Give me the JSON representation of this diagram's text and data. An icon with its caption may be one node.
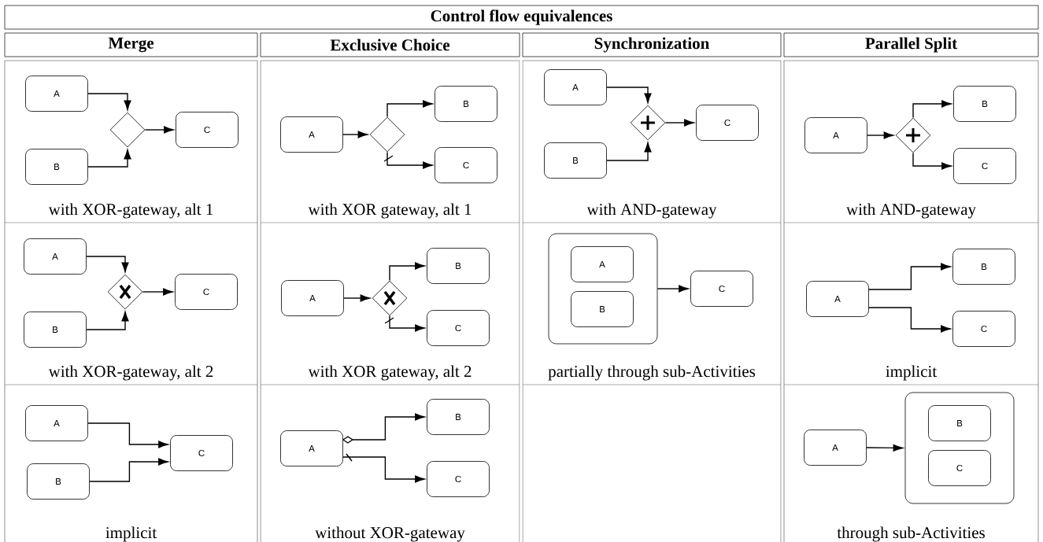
{
  "diagram": {
    "title": "Control flow equivalences",
    "nodes": [
      {
        "text": [
          "A"
        ]
      },
      {
        "text": [
          "B"
        ]
      },
      {
        "text": [],
        "shape": "diamond"
      },
      {
        "text": [
          "C"
        ]
      },
      {
        "text": [
          "A"
        ]
      },
      {
        "text": [],
        "shape": "diamond"
      },
      {
        "text": [
          "B"
        ]
      },
      {
        "text": [
          "C"
        ]
      },
      {
        "text": [
          "A"
        ]
      },
      {
        "text": [
          "B"
        ]
      },
      {
        "text": [],
        "shape": "diamond"
      },
      {
        "text": [
          "C"
        ]
      },
      {
        "text": [
          "A"
        ]
      },
      {
        "text": [],
        "shape": "diamond"
      },
      {
        "text": [
          "B"
        ]
      },
      {
        "text": [
          "C"
        ]
      },
      {
        "text": [
          "A"
        ]
      },
      {
        "text": [
          "B"
        ]
      },
      {
        "text": [],
        "shape": "diamond"
      },
      {
        "text": [
          "C"
        ]
      },
      {
        "text": [
          "A"
        ]
      },
      {
        "text": [],
        "shape": "diamond"
      },
      {
        "text": [
          "B"
        ]
      },
      {
        "text": [
          "C"
        ]
      },
      {
        "text": [],
        "shape": "box"
      },
      {
        "text": [
          "A"
        ],
        "in": 24
      },
      {
        "text": [
          "B"
        ],
        "in": 24
      },
      {
        "text": [
          "C"
        ]
      },
      {
        "text": [
          "A"
        ]
      },
      {
        "text": [
          "B"
        ]
      },
      {
        "text": [
          "C"
        ]
      },
      {
        "text": [
          "A"
        ]
      },
      {
        "text": [
          "B"
        ]
      },
      {
        "text": [
          "C"
        ]
      },
      {
        "text": [
          "A"
        ]
      },
      {
        "text": [
          "B"
        ]
      },
      {
        "text": [
          "C"
        ]
      },
      {
        "text": [
          "A"
        ]
      },
      {
        "text": [],
        "shape": "box"
      },
      {
        "text": [
          "B"
        ],
        "in": 38
      },
      {
        "text": [
          "C"
        ],
        "in": 38
      }
    ],
    "edges": [
      {
        "from": 0,
        "to": 2,
        "arrow": "to"
      },
      {
        "from": 1,
        "to": 2,
        "arrow": "to"
      },
      {
        "from": 2,
        "to": 3,
        "arrow": "to"
      },
      {
        "from": 4,
        "to": 5,
        "arrow": "to"
      },
      {
        "from": 5,
        "to": 6,
        "arrow": "to"
      },
      {
        "from": 5,
        "to": 7,
        "arrow": "to"
      },
      {
        "from": 8,
        "to": 10,
        "arrow": "to"
      },
      {
        "from": 9,
        "to": 10,
        "arrow": "to"
      },
      {
        "from": 10,
        "to": 11,
        "arrow": "to"
      },
      {
        "from": 12,
        "to": 13,
        "arrow": "to"
      },
      {
        "from": 13,
        "to": 14,
        "arrow": "to"
      },
      {
        "from": 13,
        "to": 15,
        "arrow": "to"
      },
      {
        "from": 16,
        "to": 18,
        "arrow": "to"
      },
      {
        "from": 17,
        "to": 18,
        "arrow": "to"
      },
      {
        "from": 18,
        "to": 19,
        "arrow": "to"
      },
      {
        "from": 20,
        "to": 21,
        "arrow": "to"
      },
      {
        "from": 21,
        "to": 22,
        "arrow": "to"
      },
      {
        "from": 21,
        "to": 23,
        "arrow": "to"
      },
      {
        "from": 24,
        "to": 27,
        "arrow": "to"
      },
      {
        "from": 28,
        "to": 29,
        "arrow": "to"
      },
      {
        "from": 28,
        "to": 30,
        "arrow": "to"
      },
      {
        "from": 31,
        "to": 33,
        "arrow": "to"
      },
      {
        "from": 32,
        "to": 33,
        "arrow": "to"
      },
      {
        "from": 34,
        "to": 35,
        "arrow": "to"
      },
      {
        "from": 34,
        "to": 36,
        "arrow": "to"
      },
      {
        "from": 37,
        "to": 38,
        "arrow": "to"
      }
    ],
    "labels": [
      "Merge",
      "Exclusive Choice",
      "Synchronization",
      "Parallel Split",
      "with XOR-gateway, alt 1",
      "with XOR gateway, alt 1",
      "with AND-gateway",
      "with AND-gateway",
      "with XOR-gateway, alt 2",
      "with XOR gateway, alt 2",
      "partially through sub-Activities",
      "implicit",
      "implicit",
      "without XOR-gateway",
      "through sub-Activities"
    ]
  }
}
